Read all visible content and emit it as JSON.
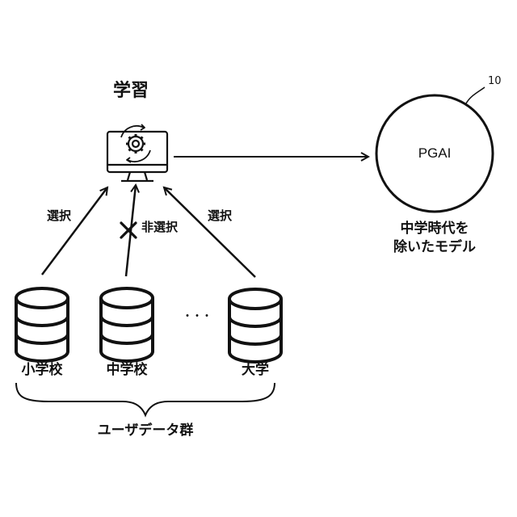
{
  "learning_label": "学習",
  "model": {
    "ref_number": "10",
    "name": "PGAI",
    "caption_line1": "中学時代を",
    "caption_line2": "除いたモデル"
  },
  "edges": {
    "left_label": "選択",
    "middle_label": "非選択",
    "right_label": "選択"
  },
  "databases": {
    "left": "小学校",
    "middle": "中学校",
    "ellipsis": "・・・",
    "right": "大学"
  },
  "group_label": "ユーザデータ群",
  "colors": {
    "ink": "#111111",
    "background": "#ffffff"
  },
  "icons": {
    "learning": "monitor-gear-icon",
    "database": "database-stack-icon",
    "not_selected": "cross-mark-icon"
  }
}
